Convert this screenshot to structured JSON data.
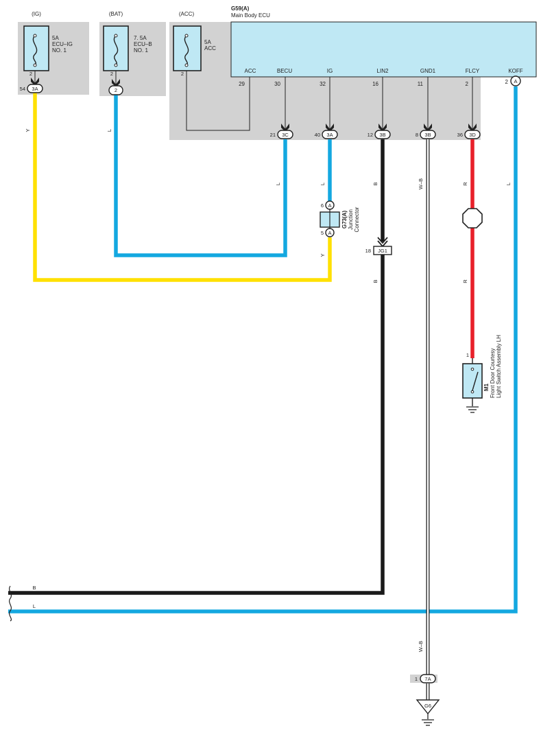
{
  "colors": {
    "wire_yellow": "#ffe000",
    "wire_blue": "#14a8e0",
    "wire_black": "#1a1a1a",
    "wire_red": "#e8202a",
    "shade_gray": "#d2d2d2",
    "ecu_fill": "#bfe8f4"
  },
  "fuses": [
    {
      "supply": "(IG)",
      "rating": "5A",
      "name_line1": "ECU–IG",
      "name_line2": "NO. 1",
      "pin": "2",
      "conn_pin": "54",
      "conn": "3A",
      "wire": "Y"
    },
    {
      "supply": "(BAT)",
      "rating": "7. 5A",
      "name_line1": "ECU–B",
      "name_line2": "NO. 1",
      "pin": "2",
      "conn": "2",
      "wire": "L"
    },
    {
      "supply": "(ACC)",
      "rating": "5A",
      "name_line1": "ACC",
      "pin": "2"
    }
  ],
  "ecu": {
    "code": "G59(A)",
    "name": "Main Body ECU",
    "terminals": [
      {
        "label": "ACC",
        "pin": "29"
      },
      {
        "label": "BECU",
        "pin": "30",
        "conn_pin": "21",
        "conn": "3C",
        "wire": "L"
      },
      {
        "label": "IG",
        "pin": "32",
        "conn_pin": "40",
        "conn": "3A",
        "wire": "L"
      },
      {
        "label": "LIN2",
        "pin": "16",
        "conn_pin": "12",
        "conn": "3B",
        "wire": "B"
      },
      {
        "label": "GND1",
        "pin": "11",
        "conn_pin": "8",
        "conn": "3B",
        "wire": "W–B"
      },
      {
        "label": "FLCY",
        "pin": "2",
        "conn_pin": "36",
        "conn": "3D",
        "wire": "R"
      },
      {
        "label": "KOFF",
        "pin": "2",
        "conn": "A",
        "wire": "L"
      }
    ]
  },
  "junction_connector": {
    "code": "G73(A)",
    "name_line1": "Junction",
    "name_line2": "Connector",
    "pin_top": "6",
    "pin_top_conn": "A",
    "pin_bottom": "5",
    "pin_bottom_conn": "A",
    "wire_out": "Y"
  },
  "jg1": {
    "pin": "18",
    "label": "JG1",
    "wire_out": "B"
  },
  "switch": {
    "code": "M1",
    "name_line1": "Front Door Courtesy",
    "name_line2": "Light Switch Assembly LH",
    "pin": "1",
    "wire_in": "R"
  },
  "bottom_wires": {
    "black": "B",
    "blue": "L"
  },
  "ground": {
    "wire": "W–B",
    "pin": "1",
    "conn": "7A",
    "label": "G6"
  }
}
